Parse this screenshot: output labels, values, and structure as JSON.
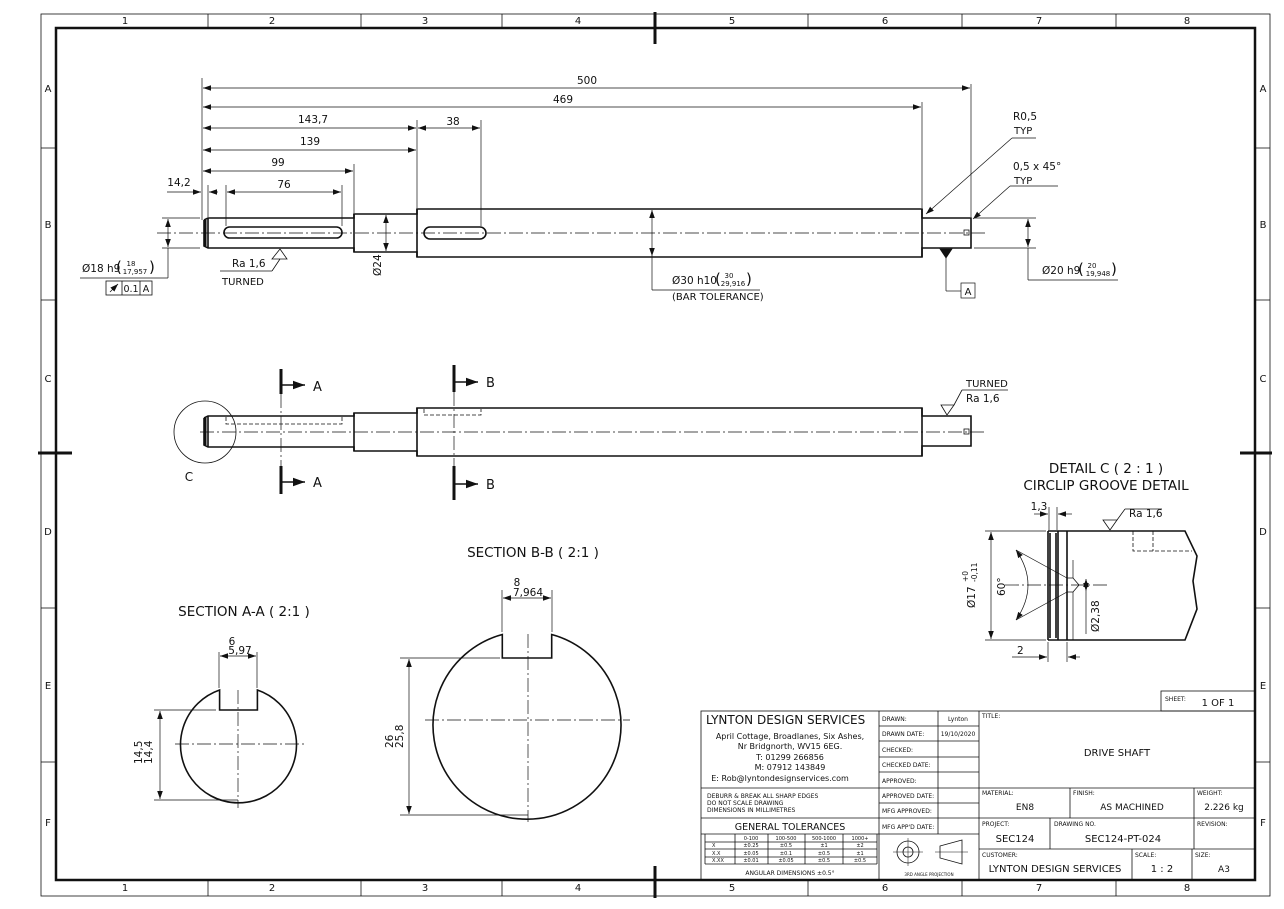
{
  "sheet": {
    "zone_columns": [
      "1",
      "2",
      "3",
      "4",
      "5",
      "6",
      "7",
      "8"
    ],
    "zone_rows": [
      "A",
      "B",
      "C",
      "D",
      "E",
      "F"
    ]
  },
  "main_view": {
    "dims": {
      "overall": "500",
      "d469": "469",
      "d143": "143,7",
      "d38": "38",
      "d139": "139",
      "d99": "99",
      "d76": "76",
      "d14": "14,2",
      "d24": "Ø24"
    },
    "left_dia": {
      "label": "Ø18 h9",
      "upper": "18",
      "lower": "17,957"
    },
    "runout": {
      "tol": "0.1",
      "datum": "A"
    },
    "finish_left": {
      "value": "Ra 1,6",
      "note": "TURNED"
    },
    "mid_dia": {
      "label": "Ø30 h10",
      "upper": "30",
      "lower": "29,916",
      "note": "(BAR TOLERANCE)"
    },
    "right_dia": {
      "label": "Ø20 h9",
      "upper": "20",
      "lower": "19,948"
    },
    "radius_note": {
      "value": "R0,5",
      "typ": "TYP"
    },
    "chamfer_note": {
      "value": "0,5 x 45°",
      "typ": "TYP"
    },
    "datum_a": "A"
  },
  "plan_view": {
    "section_a": "A",
    "section_b": "B",
    "detail_c": "C",
    "finish_note": "TURNED",
    "finish_value": "Ra 1,6"
  },
  "detail_c": {
    "title": "DETAIL C ( 2 : 1 )",
    "subtitle": "CIRCLIP GROOVE DETAIL",
    "groove_w": "1,3",
    "finish": "Ra 1,6",
    "angle": "60°",
    "dia": "Ø17",
    "dia_tol_upper": "+0",
    "dia_tol_lower": "-0,11",
    "hole": "Ø2,38",
    "offset": "2"
  },
  "section_aa": {
    "title": "SECTION A-A ( 2:1 )",
    "w1": "6",
    "w2": "5,97",
    "h1": "14,5",
    "h2": "14,4"
  },
  "section_bb": {
    "title": "SECTION B-B ( 2:1 )",
    "w1": "8",
    "w2": "7,964",
    "h1": "26",
    "h2": "25,8"
  },
  "title_block": {
    "company": "LYNTON DESIGN SERVICES",
    "address1": "April Cottage, Broadlanes, Six Ashes,",
    "address2": "Nr Bridgnorth, WV15 6EG.",
    "phone": "T: 01299 266856",
    "mobile": "M: 07912 143849",
    "email": "E: Rob@lyntondesignservices.com",
    "notes1": "DEBURR & BREAK ALL SHARP EDGES",
    "notes2": "DO NOT SCALE DRAWING",
    "notes3": "DIMENSIONS IN MILLIMETRES",
    "gen_tol_title": "GENERAL TOLERANCES",
    "tol_header": [
      "",
      "0-100",
      "100-500",
      "500-1000",
      "1000+"
    ],
    "tol_rows": [
      [
        "X",
        "±0.25",
        "±0.5",
        "±1",
        "±2"
      ],
      [
        "X.X",
        "±0.05",
        "±0.1",
        "±0.5",
        "±1"
      ],
      [
        "X.XX",
        "±0.01",
        "±0.05",
        "±0.5",
        "±0.5"
      ]
    ],
    "angular": "ANGULAR DIMENSIONS ±0.5°",
    "drawn_label": "DRAWN:",
    "drawn_value": "Lynton",
    "drawn_date_label": "DRAWN DATE:",
    "drawn_date_value": "19/10/2020",
    "checked_label": "CHECKED:",
    "checked_date_label": "CHECKED DATE:",
    "approved_label": "APPROVED:",
    "approved_date_label": "APPROVED DATE:",
    "mfg_approved_label": "MFG APPROVED:",
    "mfg_date_label": "MFG APP'D DATE:",
    "projection": "3RD ANGLE PROJECTION",
    "sheet_label": "SHEET:",
    "sheet_value": "1 OF 1",
    "title_label": "TITLE:",
    "title_value": "DRIVE SHAFT",
    "material_label": "MATERIAL:",
    "material_value": "EN8",
    "finish_label": "FINISH:",
    "finish_value": "AS MACHINED",
    "weight_label": "WEIGHT:",
    "weight_value": "2.226 kg",
    "project_label": "PROJECT:",
    "project_value": "SEC124",
    "drawing_label": "DRAWING NO.",
    "drawing_value": "SEC124-PT-024",
    "revision_label": "REVISION:",
    "customer_label": "CUSTOMER:",
    "customer_value": "LYNTON DESIGN SERVICES",
    "scale_label": "SCALE:",
    "scale_value": "1 : 2",
    "size_label": "SIZE:",
    "size_value": "A3"
  }
}
